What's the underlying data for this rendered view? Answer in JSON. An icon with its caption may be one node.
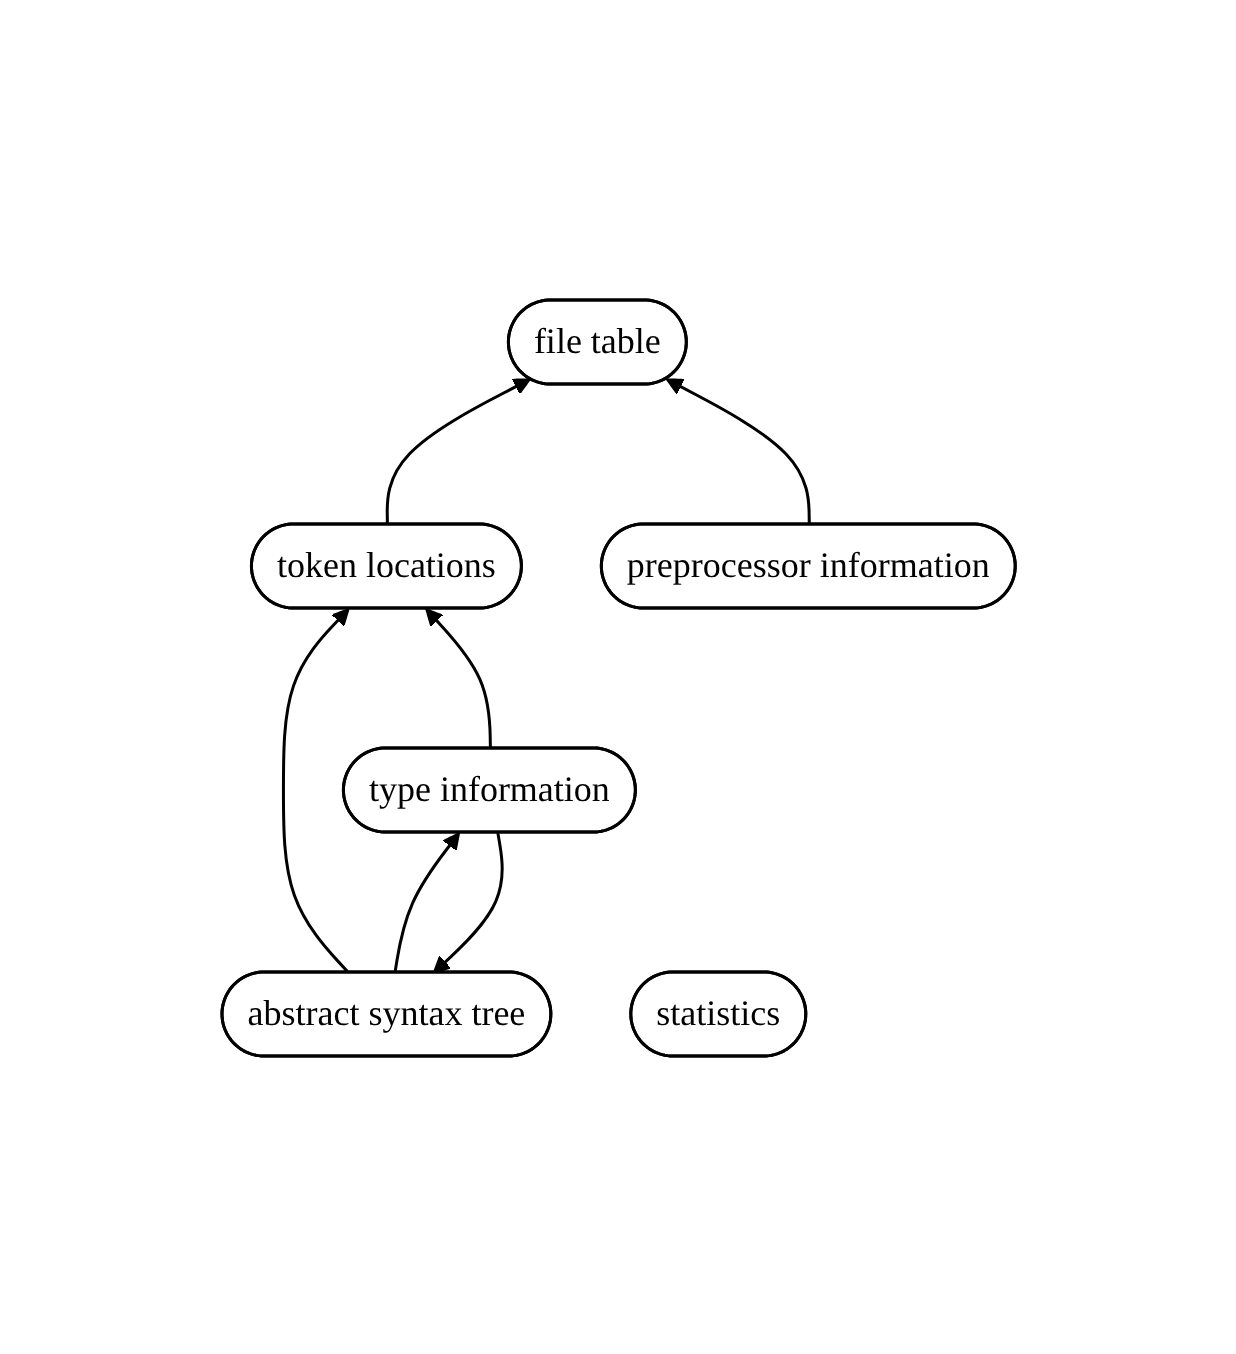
{
  "diagram": {
    "nodes": [
      {
        "text": [
          "file table"
        ]
      },
      {
        "text": [
          "token locations"
        ]
      },
      {
        "text": [
          "preprocessor information"
        ]
      },
      {
        "text": [
          "abstract syntax tree"
        ]
      },
      {
        "text": [
          "type information"
        ]
      },
      {
        "text": [
          "statistics"
        ]
      }
    ],
    "edges": [
      {
        "from": 1,
        "to": 0,
        "arrow": "to"
      },
      {
        "from": 2,
        "to": 0,
        "arrow": "to"
      },
      {
        "from": 3,
        "to": 1,
        "arrow": "to"
      },
      {
        "from": 4,
        "to": 1,
        "arrow": "to"
      },
      {
        "from": 4,
        "to": 3,
        "arrow": "to"
      },
      {
        "from": 3,
        "to": 4,
        "arrow": "to"
      }
    ]
  }
}
